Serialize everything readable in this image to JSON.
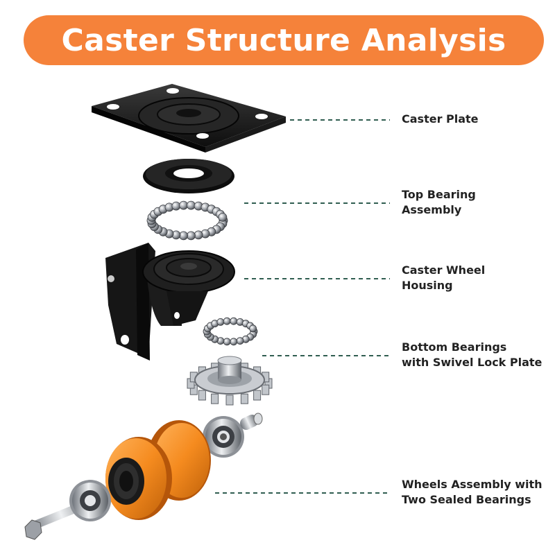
{
  "title": "Caster Structure Analysis",
  "colors": {
    "banner": "#f5823a",
    "leader": "#2f5d50",
    "wheel": "#f58b1f",
    "metal_black": "#1b1b1b",
    "steel": "#b8bcc2"
  },
  "parts": [
    {
      "id": "caster-plate",
      "lines": [
        "Caster Plate"
      ],
      "icon": "mounting-plate"
    },
    {
      "id": "top-bearing",
      "lines": [
        "Top Bearing",
        "Assembly"
      ],
      "icon": "ball-bearing-ring"
    },
    {
      "id": "wheel-housing",
      "lines": [
        "Caster Wheel",
        "Housing"
      ],
      "icon": "housing-bracket"
    },
    {
      "id": "bottom-bearings",
      "lines": [
        "Bottom Bearings",
        "with Swivel Lock Plate"
      ],
      "icon": "lock-plate-gear"
    },
    {
      "id": "wheels-assembly",
      "lines": [
        "Wheels Assembly with",
        "Two Sealed Bearings"
      ],
      "icon": "twin-wheels"
    }
  ]
}
